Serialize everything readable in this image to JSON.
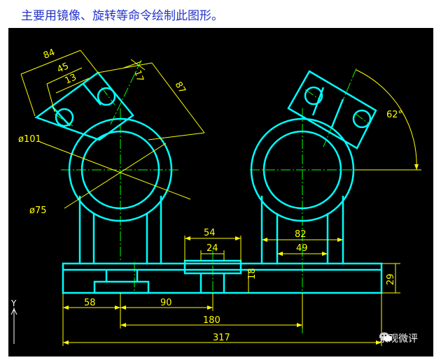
{
  "instruction": "主要用镜像、旋转等命令绘制此图形。",
  "dimensions": {
    "d84": "84",
    "d45": "45",
    "d13": "13",
    "d17": "17",
    "d87": "87",
    "d101": "ø101",
    "d75": "ø75",
    "d54": "54",
    "d24": "24",
    "d82": "82",
    "d49": "49",
    "d18": "18",
    "d29": "29",
    "d58": "58",
    "d90": "90",
    "d180": "180",
    "d317": "317",
    "angle": "62°"
  },
  "axis_label": "Y",
  "watermark": "景观微评",
  "colors": {
    "background": "#000000",
    "outline": "#00ffff",
    "centerline": "#00ff00",
    "dimension": "#ffff00",
    "instruction": "#2233cc"
  }
}
